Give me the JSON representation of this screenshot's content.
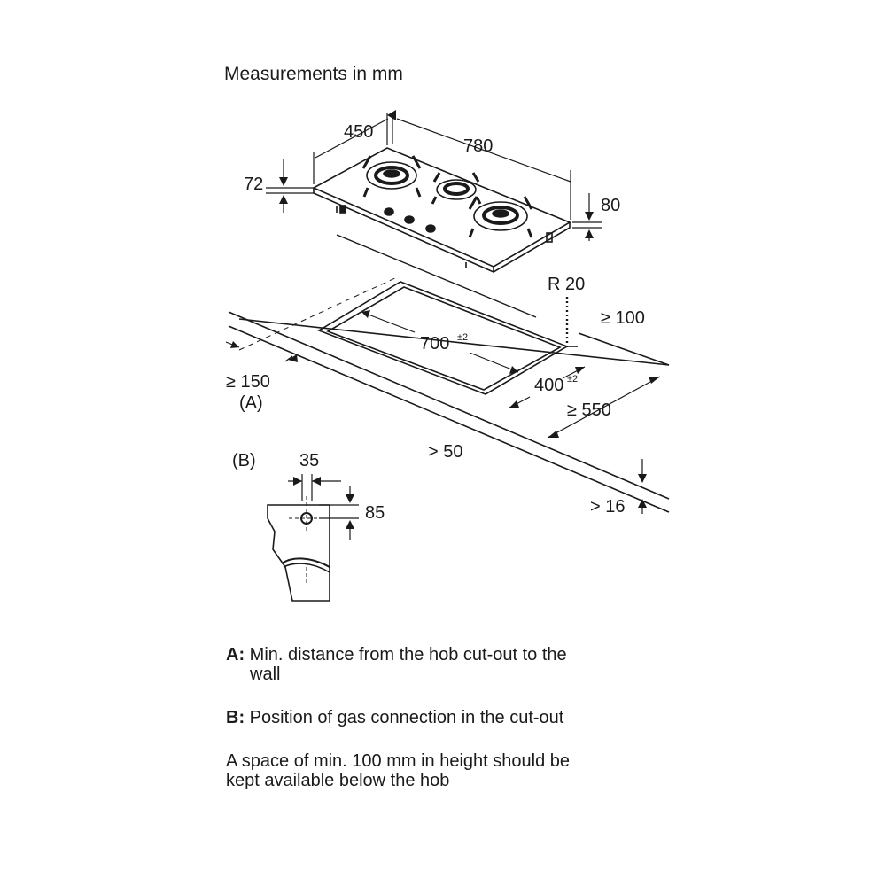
{
  "title": "Measurements in mm",
  "dimensions": {
    "hob_depth": "450",
    "hob_width": "780",
    "hob_height_front": "72",
    "hob_height_rear": "80",
    "corner_radius": "R 20",
    "rear_clearance": "≥ 100",
    "cutout_width": "700",
    "cutout_width_tol": "±2",
    "cutout_depth": "400",
    "cutout_depth_tol": "±2",
    "side_clearance": "≥ 150",
    "worktop_depth": "≥ 550",
    "front_clearance": "> 50",
    "worktop_thickness": "> 16"
  },
  "labels": {
    "a": "(A)",
    "b": "(B)"
  },
  "detail_b": {
    "offset_x": "35",
    "offset_y": "85"
  },
  "notes": {
    "a_key": "A:",
    "a_line1": " Min. distance from the hob cut-out to the",
    "a_line2": "wall",
    "b_key": "B:",
    "b_text": " Position of gas connection in the cut-out",
    "space_line1": "A space of min. 100 mm in height should be",
    "space_line2": "kept available below the hob"
  }
}
